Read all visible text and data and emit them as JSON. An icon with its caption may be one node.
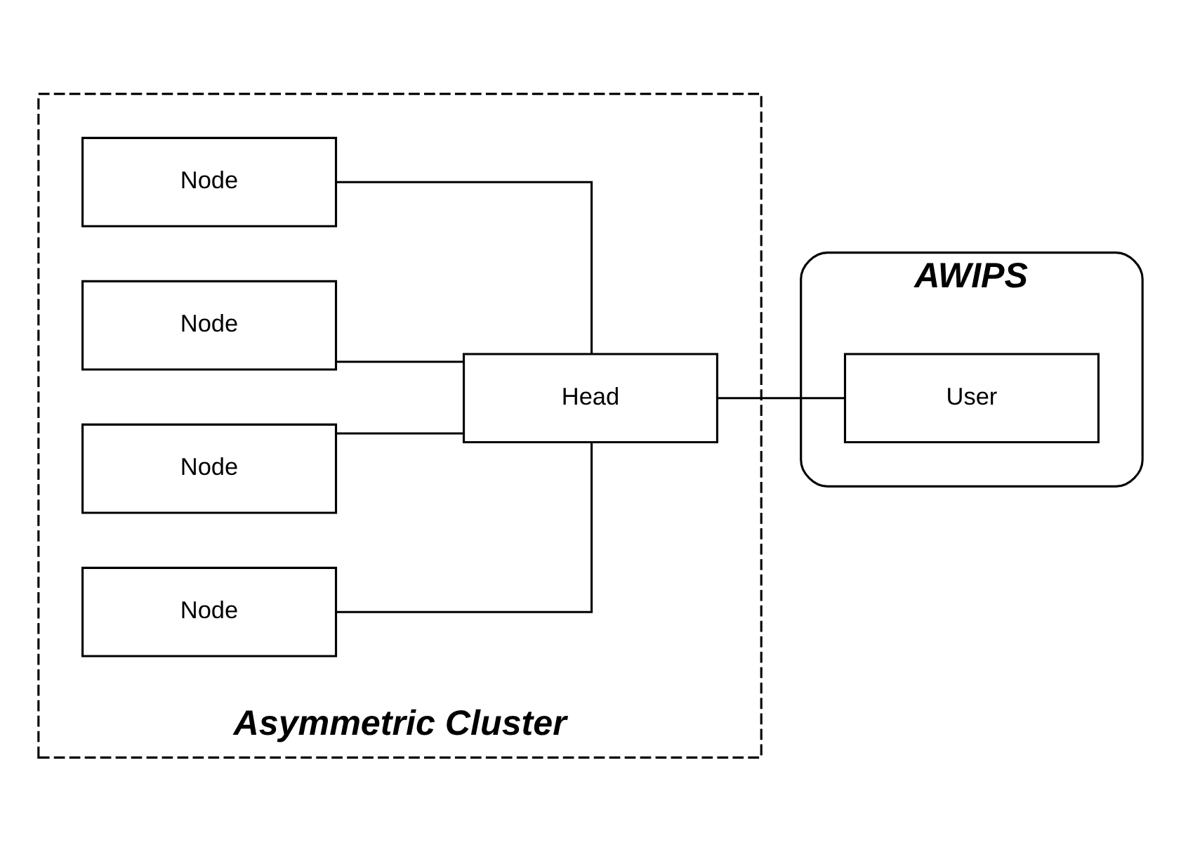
{
  "diagram": {
    "nodes": [
      {
        "text": [
          "Asymmetric Cluster"
        ]
      },
      {
        "text": [
          "Node"
        ],
        "in": 0
      },
      {
        "text": [
          "Node"
        ],
        "in": 0
      },
      {
        "text": [
          "Node"
        ],
        "in": 0
      },
      {
        "text": [
          "Node"
        ],
        "in": 0
      },
      {
        "text": [
          "Head"
        ],
        "in": 0
      },
      {
        "text": [
          "AWIPS"
        ]
      },
      {
        "text": [
          "User"
        ],
        "in": 6
      }
    ],
    "edges": [
      {
        "from": 1,
        "to": 5,
        "arrow": "none"
      },
      {
        "from": 2,
        "to": 5,
        "arrow": "none"
      },
      {
        "from": 3,
        "to": 5,
        "arrow": "none"
      },
      {
        "from": 4,
        "to": 5,
        "arrow": "none"
      },
      {
        "from": 5,
        "to": 7,
        "arrow": "none"
      }
    ]
  }
}
